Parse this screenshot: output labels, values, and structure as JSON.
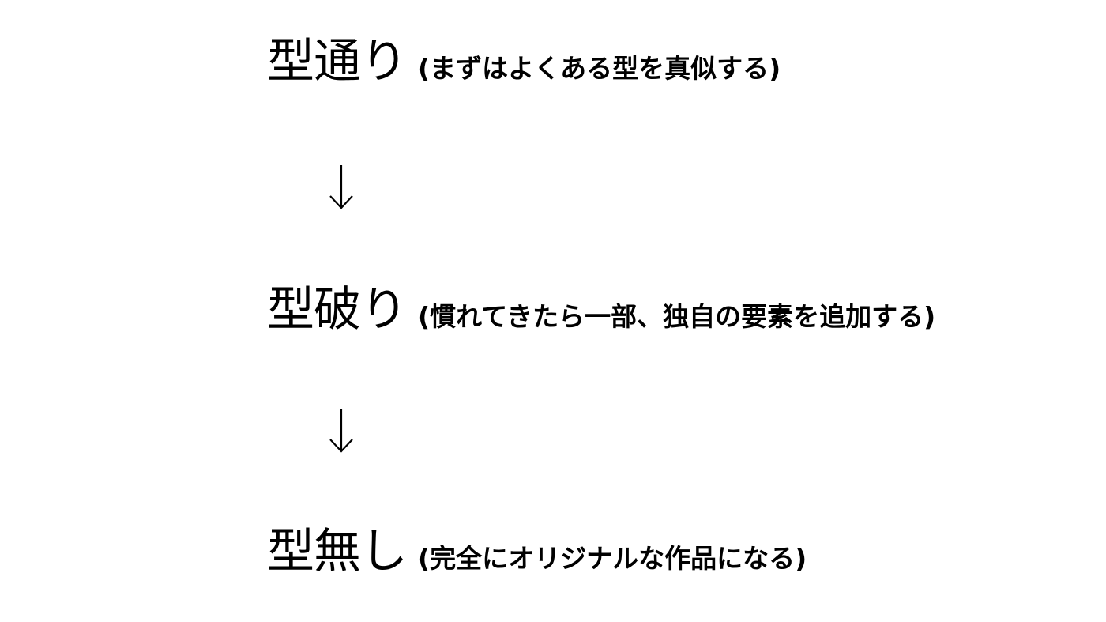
{
  "steps": [
    {
      "title": "型通り",
      "note": "(まずはよくある型を真似する)"
    },
    {
      "title": "型破り",
      "note": "(慣れてきたら一部、独自の要素を追加する)"
    },
    {
      "title": "型無し",
      "note": "(完全にオリジナルな作品になる)"
    }
  ],
  "arrow_icon": "down-arrow-icon",
  "colors": {
    "background": "#ffffff",
    "text": "#000000"
  }
}
